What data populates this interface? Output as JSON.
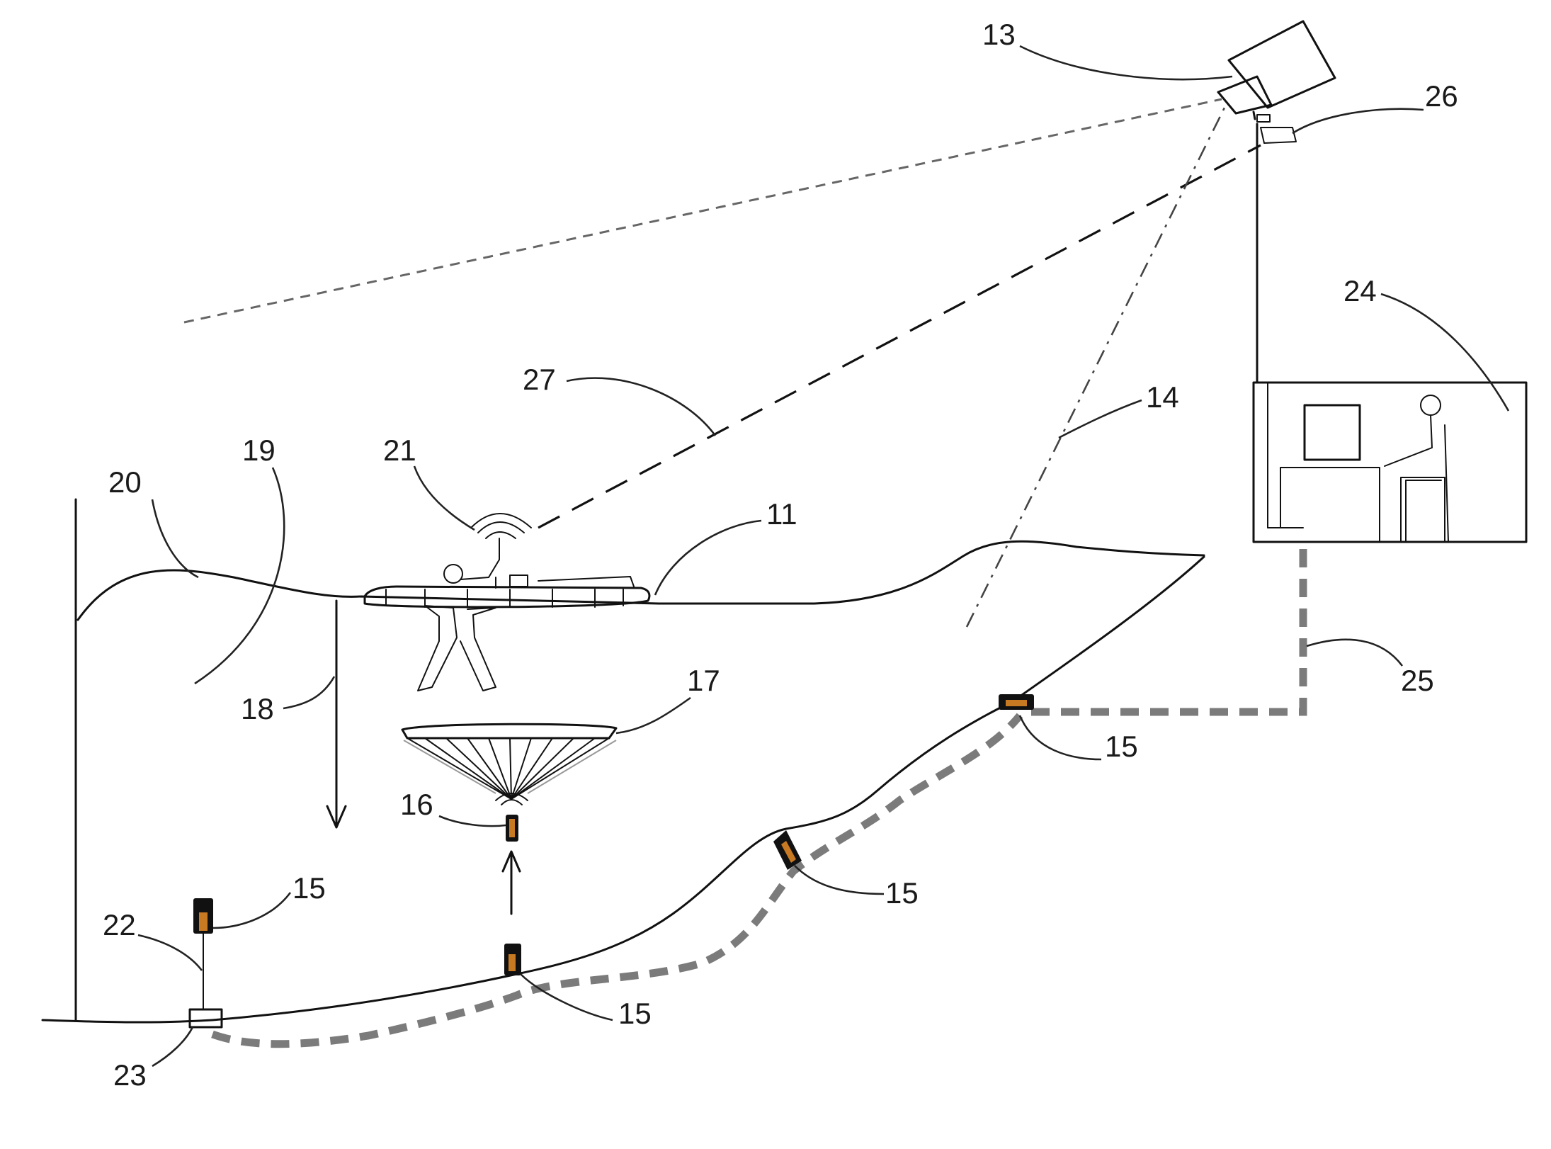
{
  "labels": {
    "l11": "11",
    "l13": "13",
    "l14": "14",
    "l15a": "15",
    "l15b": "15",
    "l15c": "15",
    "l15d": "15",
    "l16": "16",
    "l17": "17",
    "l18": "18",
    "l19": "19",
    "l20": "20",
    "l21": "21",
    "l22": "22",
    "l23": "23",
    "l24": "24",
    "l25": "25",
    "l26": "26",
    "l27": "27"
  },
  "colors": {
    "line": "#111111",
    "cable": "#7b7b7b",
    "sensor_core": "#c87a22",
    "background": "#ffffff"
  }
}
